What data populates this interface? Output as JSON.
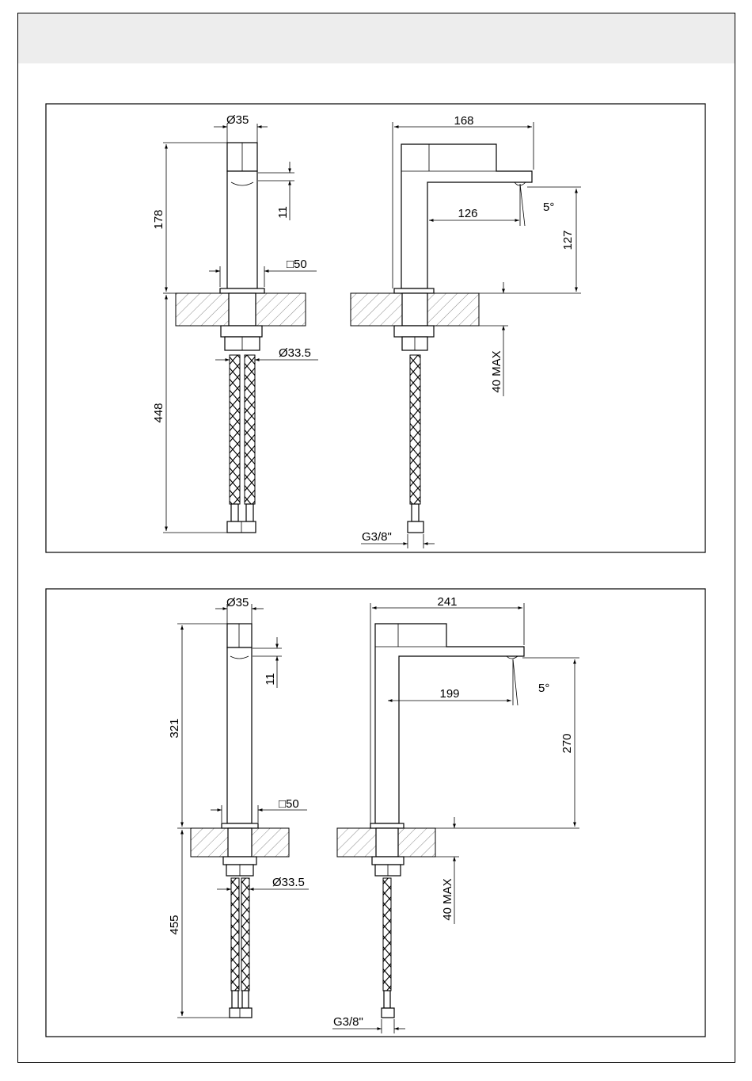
{
  "drawing": {
    "panel_top": {
      "front": {
        "width_label": "Ø35",
        "height_label": "178",
        "aerator_label": "11",
        "square_label": "□50",
        "shank_label": "Ø33.5",
        "hose_label": "448"
      },
      "side": {
        "reach_total_label": "168",
        "reach_label": "126",
        "angle_label": "5°",
        "height_label": "127",
        "deck_label": "40 MAX",
        "thread_label": "G3/8\""
      }
    },
    "panel_bottom": {
      "front": {
        "width_label": "Ø35",
        "height_label": "321",
        "aerator_label": "11",
        "square_label": "□50",
        "shank_label": "Ø33.5",
        "hose_label": "455"
      },
      "side": {
        "reach_total_label": "241",
        "reach_label": "199",
        "angle_label": "5°",
        "height_label": "270",
        "deck_label": "40 MAX",
        "thread_label": "G3/8\""
      }
    }
  }
}
